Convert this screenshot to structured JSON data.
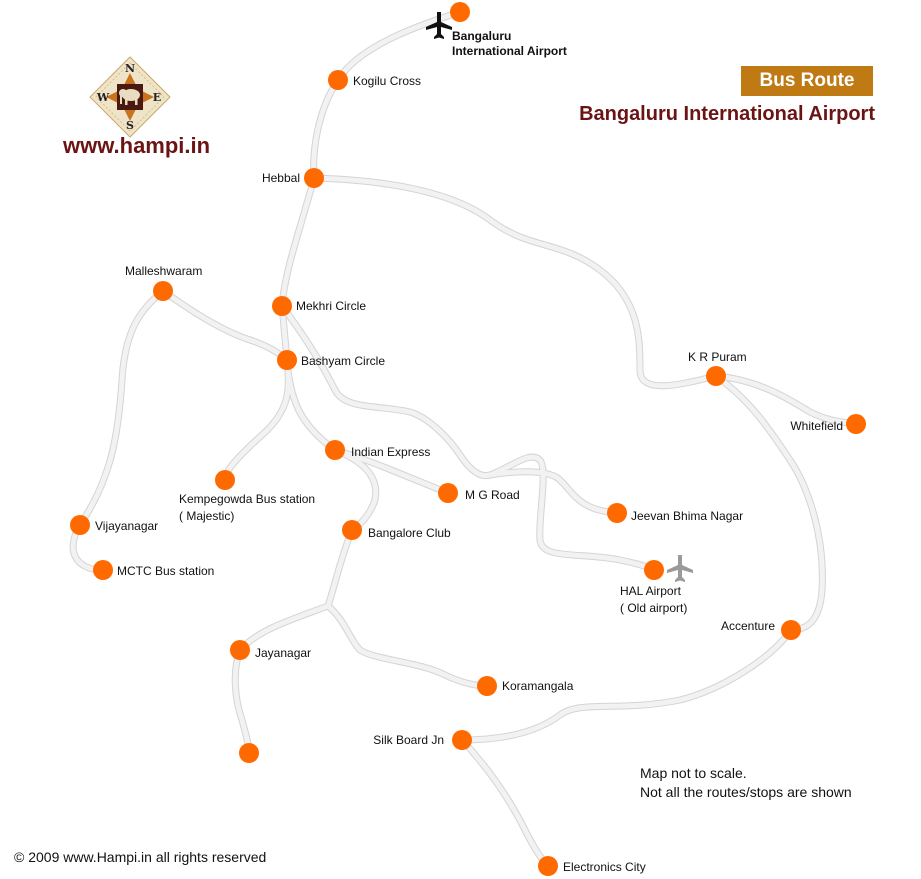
{
  "header": {
    "badge": "Bus Route",
    "title": "Bangaluru International Airport",
    "website": "www.hampi.in"
  },
  "compass": {
    "north": "N",
    "south": "S",
    "east": "E",
    "west": "W"
  },
  "stops": {
    "airport": [
      "Bangaluru",
      "International Airport"
    ],
    "kogilu": "Kogilu Cross",
    "hebbal": "Hebbal",
    "malleshwaram": "Malleshwaram",
    "mekhri": "Mekhri Circle",
    "bashyam": "Bashyam Circle",
    "kr_puram": "K R Puram",
    "whitefield": "Whitefield",
    "indian_express": "Indian Express",
    "kempegowda": [
      "Kempegowda Bus station",
      "( Majestic)"
    ],
    "mg_road": "M G Road",
    "jeevan_bhima": "Jeevan Bhima Nagar",
    "vijayanagar": "Vijayanagar",
    "bangalore_club": "Bangalore Club",
    "mctc": "MCTC Bus station",
    "hal": [
      "HAL Airport",
      "( Old airport)"
    ],
    "accenture": "Accenture",
    "jayanagar": "Jayanagar",
    "koramangala": "Koramangala",
    "silk_board": "Silk Board Jn",
    "electronics_city": "Electronics City"
  },
  "notes": [
    "Map not to scale.",
    "Not all the routes/stops are shown"
  ],
  "footer": {
    "copyright": "© 2009 www.Hampi.in all rights reserved"
  },
  "colors": {
    "stop": "#ff6a00",
    "route": "#e9e9e9",
    "title": "#6b1414",
    "badge": "#c07a14"
  }
}
